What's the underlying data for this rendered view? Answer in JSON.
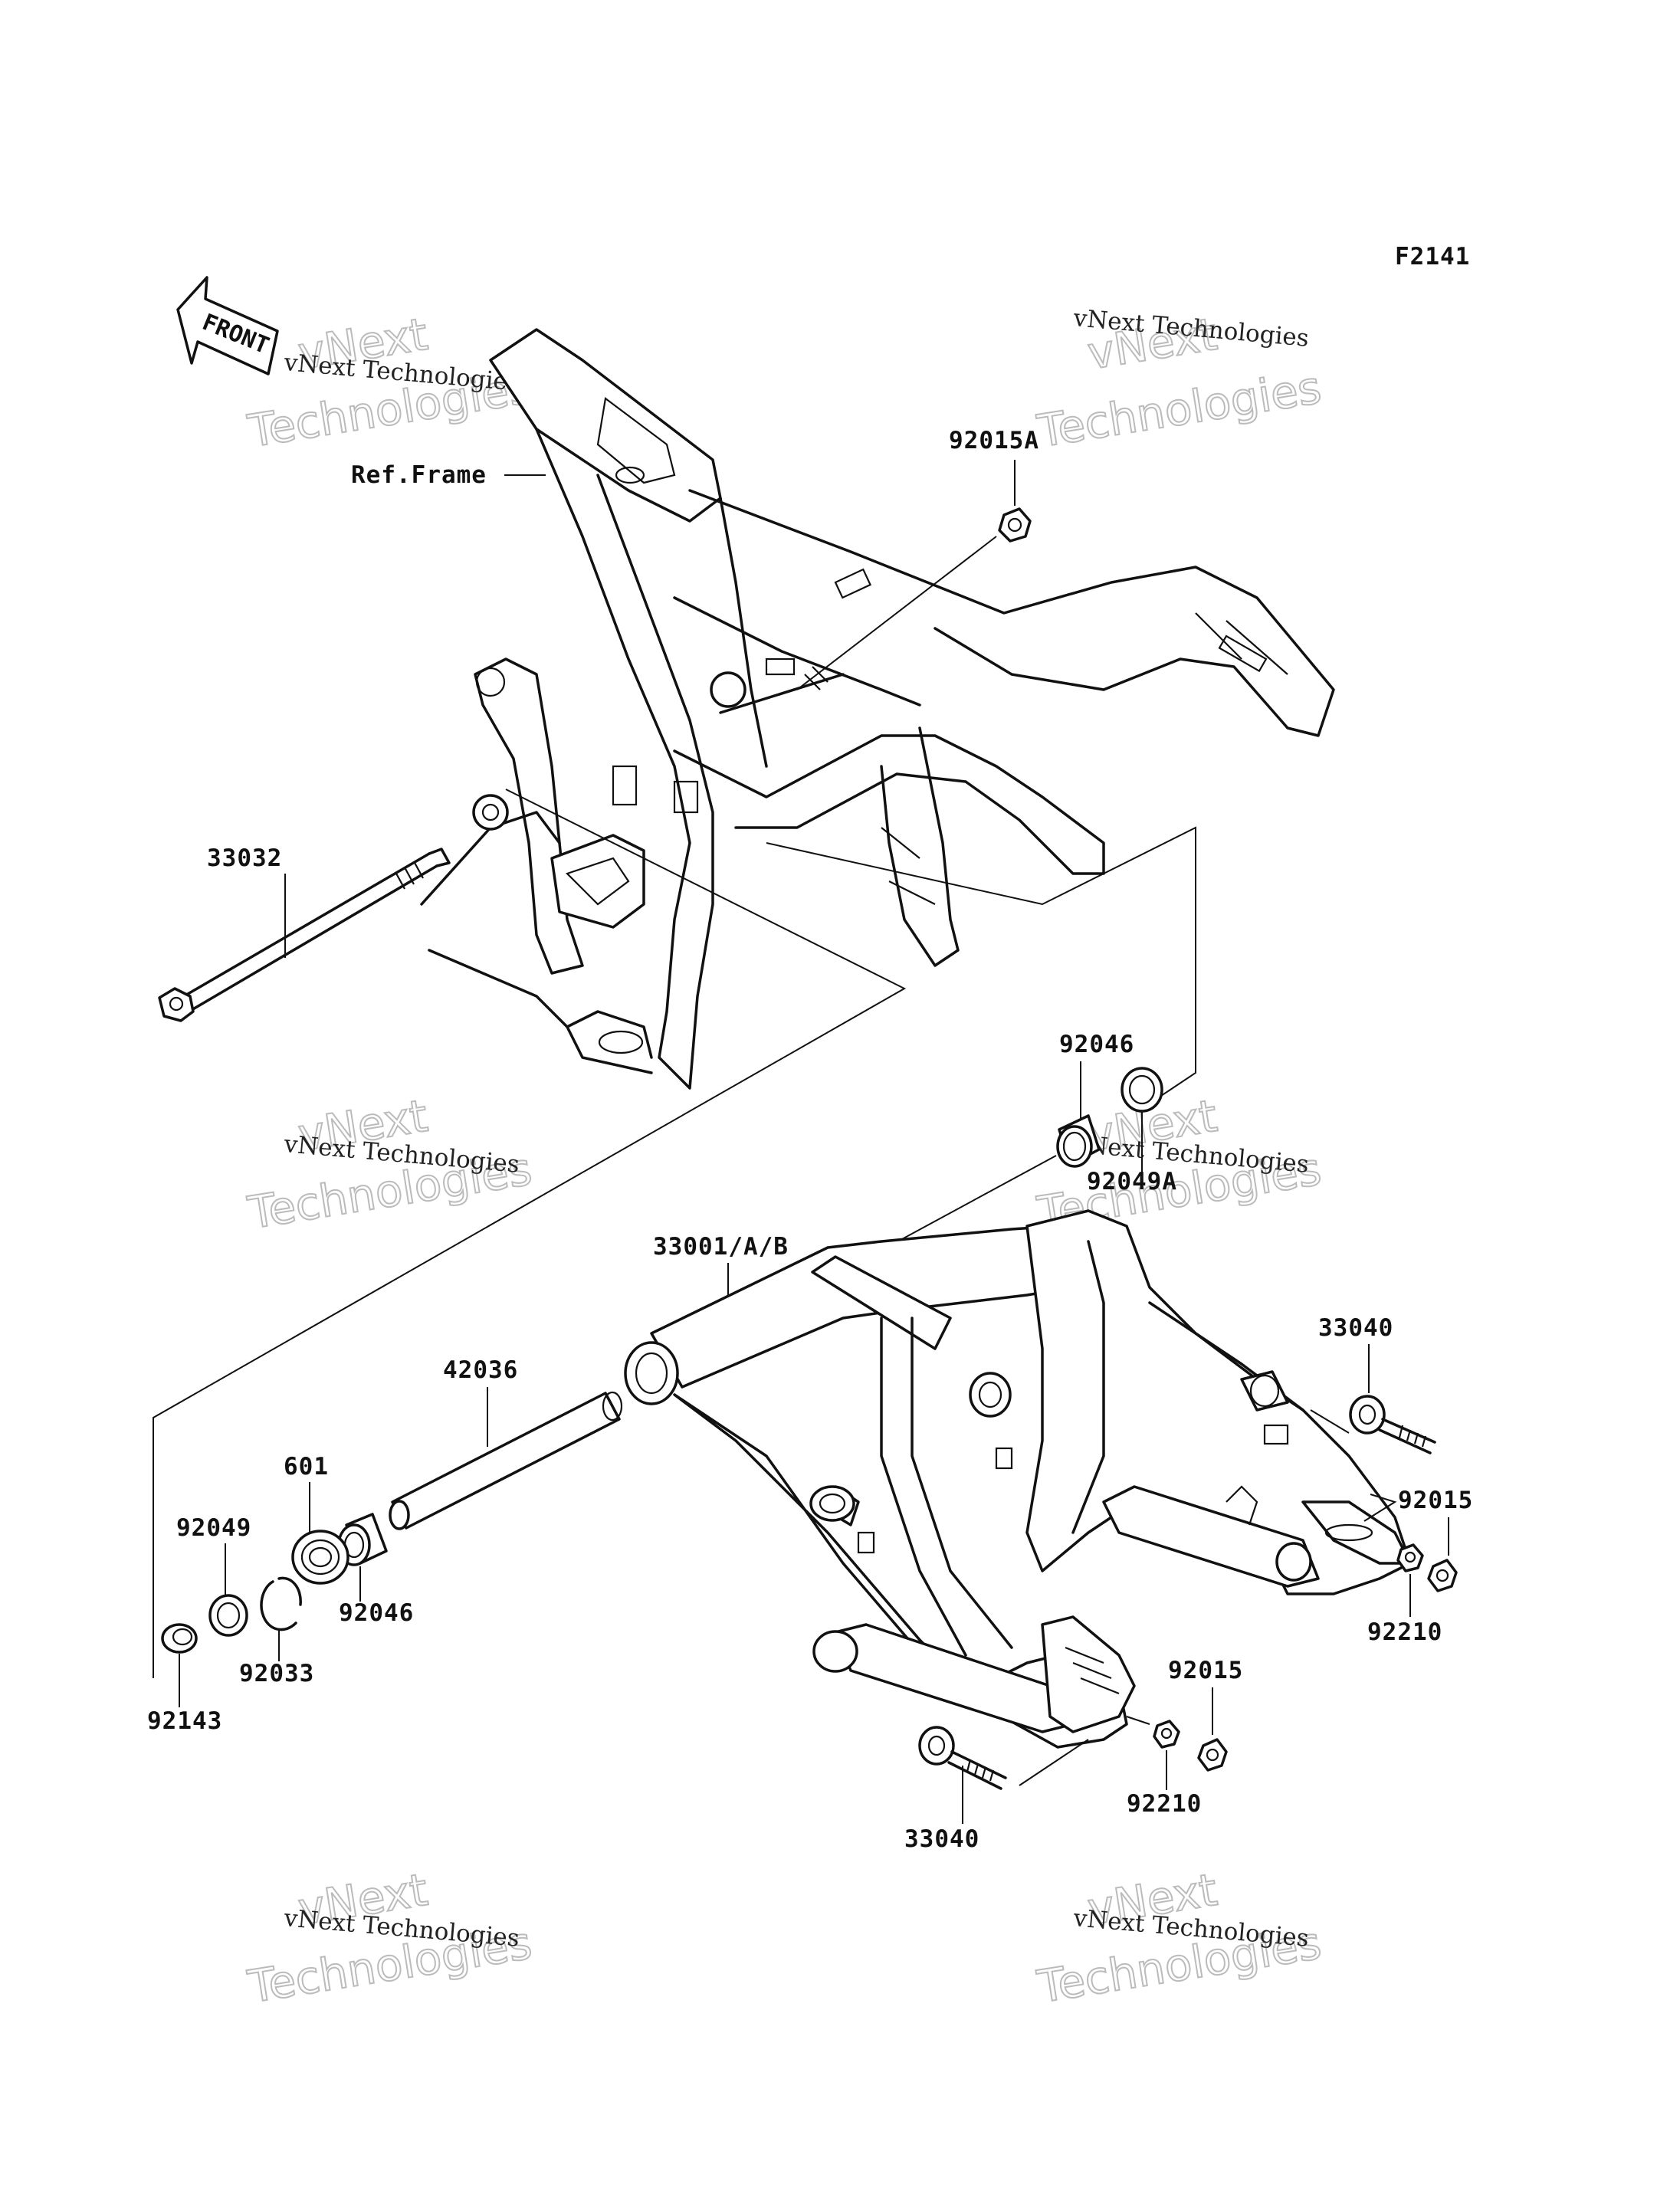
{
  "diagram_code": "F2141",
  "front_arrow_label": "FRONT",
  "ref_frame_label": "Ref.Frame",
  "watermark": {
    "line1": "vNext Technologies",
    "line2": "vNext",
    "line3": "Technologies"
  },
  "part_labels": {
    "p92015A": "92015A",
    "p33032": "33032",
    "p92046_top": "92046",
    "p92049A": "92049A",
    "p33001": "33001/A/B",
    "p42036": "42036",
    "p601": "601",
    "p92049": "92049",
    "p92046_bottom": "92046",
    "p92033": "92033",
    "p92143": "92143",
    "p33040_right": "33040",
    "p92015_right": "92015",
    "p92210_right": "92210",
    "p92015_lower": "92015",
    "p92210_lower": "92210",
    "p33040_lower": "33040"
  }
}
